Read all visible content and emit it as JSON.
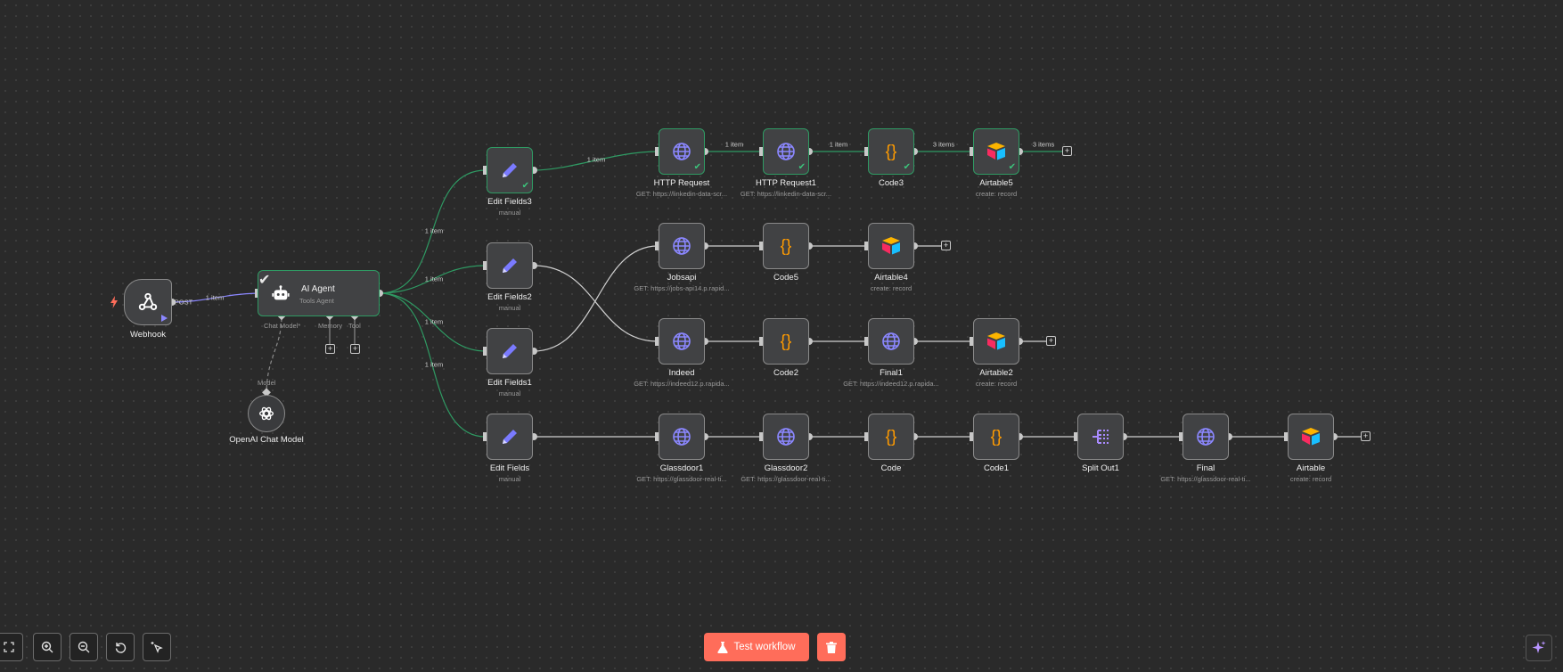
{
  "colors": {
    "success": "#3cc47c",
    "accent": "#ff6d5a",
    "globe": "#8b87ff",
    "code": "#ff9b00",
    "edit": "#7a7aff"
  },
  "webhook": {
    "label": "Webhook",
    "port": "POST",
    "icon": "webhook-icon"
  },
  "agent": {
    "title": "AI Agent",
    "subtitle": "Tools Agent",
    "ports": {
      "chat": "Chat Model*",
      "memory": "Memory",
      "tool": "Tool"
    }
  },
  "model": {
    "label": "OpenAI Chat Model",
    "port": "Model",
    "icon": "openai-icon"
  },
  "edge_labels": {
    "wh_agent": "1 item",
    "agent_ef3": "1 item",
    "agent_ef2": "1 item",
    "agent_ef1": "1 item",
    "agent_ef": "1 item",
    "ef3_http": "1 item",
    "http_http1": "1 item",
    "http1_code3": "1 item",
    "code3_air5": "3 items",
    "air5_out": "3 items"
  },
  "nodes": {
    "ef3": {
      "label": "Edit Fields3",
      "sub": "manual"
    },
    "ef2": {
      "label": "Edit Fields2",
      "sub": "manual"
    },
    "ef1": {
      "label": "Edit Fields1",
      "sub": "manual"
    },
    "ef": {
      "label": "Edit Fields",
      "sub": "manual"
    },
    "http": {
      "label": "HTTP Request",
      "sub": "GET: https://linkedin-data-scr..."
    },
    "http1": {
      "label": "HTTP Request1",
      "sub": "GET: https://linkedin-data-scr..."
    },
    "code3": {
      "label": "Code3",
      "sub": ""
    },
    "air5": {
      "label": "Airtable5",
      "sub": "create: record"
    },
    "jobsapi": {
      "label": "Jobsapi",
      "sub": "GET: https://jobs-api14.p.rapid..."
    },
    "code5": {
      "label": "Code5",
      "sub": ""
    },
    "air4": {
      "label": "Airtable4",
      "sub": "create: record"
    },
    "indeed": {
      "label": "Indeed",
      "sub": "GET: https://indeed12.p.rapida..."
    },
    "code2": {
      "label": "Code2",
      "sub": ""
    },
    "final1": {
      "label": "Final1",
      "sub": "GET: https://indeed12.p.rapida..."
    },
    "air2": {
      "label": "Airtable2",
      "sub": "create: record"
    },
    "gd1": {
      "label": "Glassdoor1",
      "sub": "GET: https://glassdoor-real-ti..."
    },
    "gd2": {
      "label": "Glassdoor2",
      "sub": "GET: https://glassdoor-real-ti..."
    },
    "code": {
      "label": "Code",
      "sub": ""
    },
    "code1": {
      "label": "Code1",
      "sub": ""
    },
    "split": {
      "label": "Split Out1",
      "sub": ""
    },
    "final": {
      "label": "Final",
      "sub": "GET: https://glassdoor-real-ti..."
    },
    "air": {
      "label": "Airtable",
      "sub": "create: record"
    }
  },
  "toolbar": {
    "test_label": "Test workflow"
  }
}
